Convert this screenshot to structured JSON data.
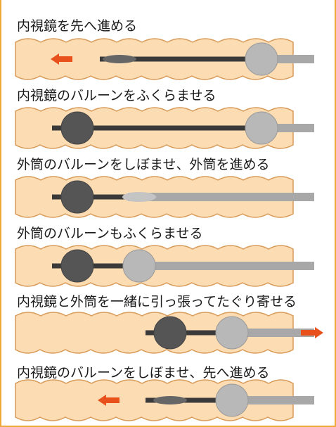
{
  "steps": [
    {
      "label": "内視鏡を先へ進める",
      "arrow": "left",
      "scope_balloon": "deflated",
      "tube_balloon": "inflated"
    },
    {
      "label": "内視鏡のバルーンをふくらませる",
      "arrow": "none",
      "scope_balloon": "inflated",
      "tube_balloon": "inflated"
    },
    {
      "label": "外筒のバルーンをしぼませ、外筒を進める",
      "arrow": "none",
      "scope_balloon": "inflated",
      "tube_balloon": "deflated"
    },
    {
      "label": "外筒のバルーンもふくらませる",
      "arrow": "none",
      "scope_balloon": "inflated",
      "tube_balloon": "inflated"
    },
    {
      "label": "内視鏡と外筒を一緒に引っ張ってたぐり寄せる",
      "arrow": "right",
      "scope_balloon": "inflated",
      "tube_balloon": "inflated"
    },
    {
      "label": "内視鏡のバルーンをしぼませ、先へ進める",
      "arrow": "left",
      "scope_balloon": "deflated",
      "tube_balloon": "inflated"
    }
  ],
  "colors": {
    "frame": "#f0a838",
    "intestine_fill": "#fcdcb2",
    "intestine_stroke": "#d89a58",
    "scope": "#3a3a3a",
    "scope_balloon": "#555555",
    "tube": "#a8a8a8",
    "tube_balloon": "#b8b8b8",
    "arrow": "#e8501c"
  }
}
